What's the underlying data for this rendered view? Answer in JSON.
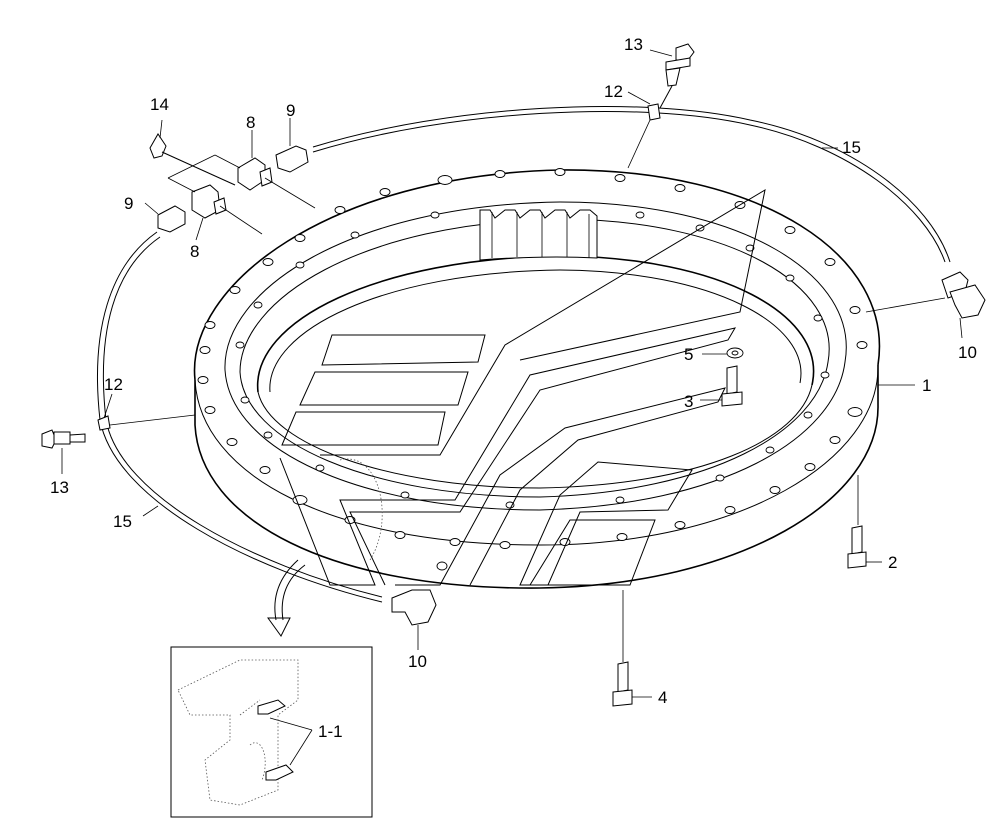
{
  "callouts": [
    {
      "id": "c1",
      "text": "1"
    },
    {
      "id": "c2",
      "text": "2"
    },
    {
      "id": "c3",
      "text": "3"
    },
    {
      "id": "c4",
      "text": "4"
    },
    {
      "id": "c5",
      "text": "5"
    },
    {
      "id": "c8a",
      "text": "8"
    },
    {
      "id": "c8b",
      "text": "8"
    },
    {
      "id": "c9a",
      "text": "9"
    },
    {
      "id": "c9b",
      "text": "9"
    },
    {
      "id": "c10a",
      "text": "10"
    },
    {
      "id": "c10b",
      "text": "10"
    },
    {
      "id": "c12a",
      "text": "12"
    },
    {
      "id": "c12b",
      "text": "12"
    },
    {
      "id": "c13a",
      "text": "13"
    },
    {
      "id": "c13b",
      "text": "13"
    },
    {
      "id": "c14",
      "text": "14"
    },
    {
      "id": "c15a",
      "text": "15"
    },
    {
      "id": "c15b",
      "text": "15"
    },
    {
      "id": "c11",
      "text": "1-1"
    }
  ]
}
